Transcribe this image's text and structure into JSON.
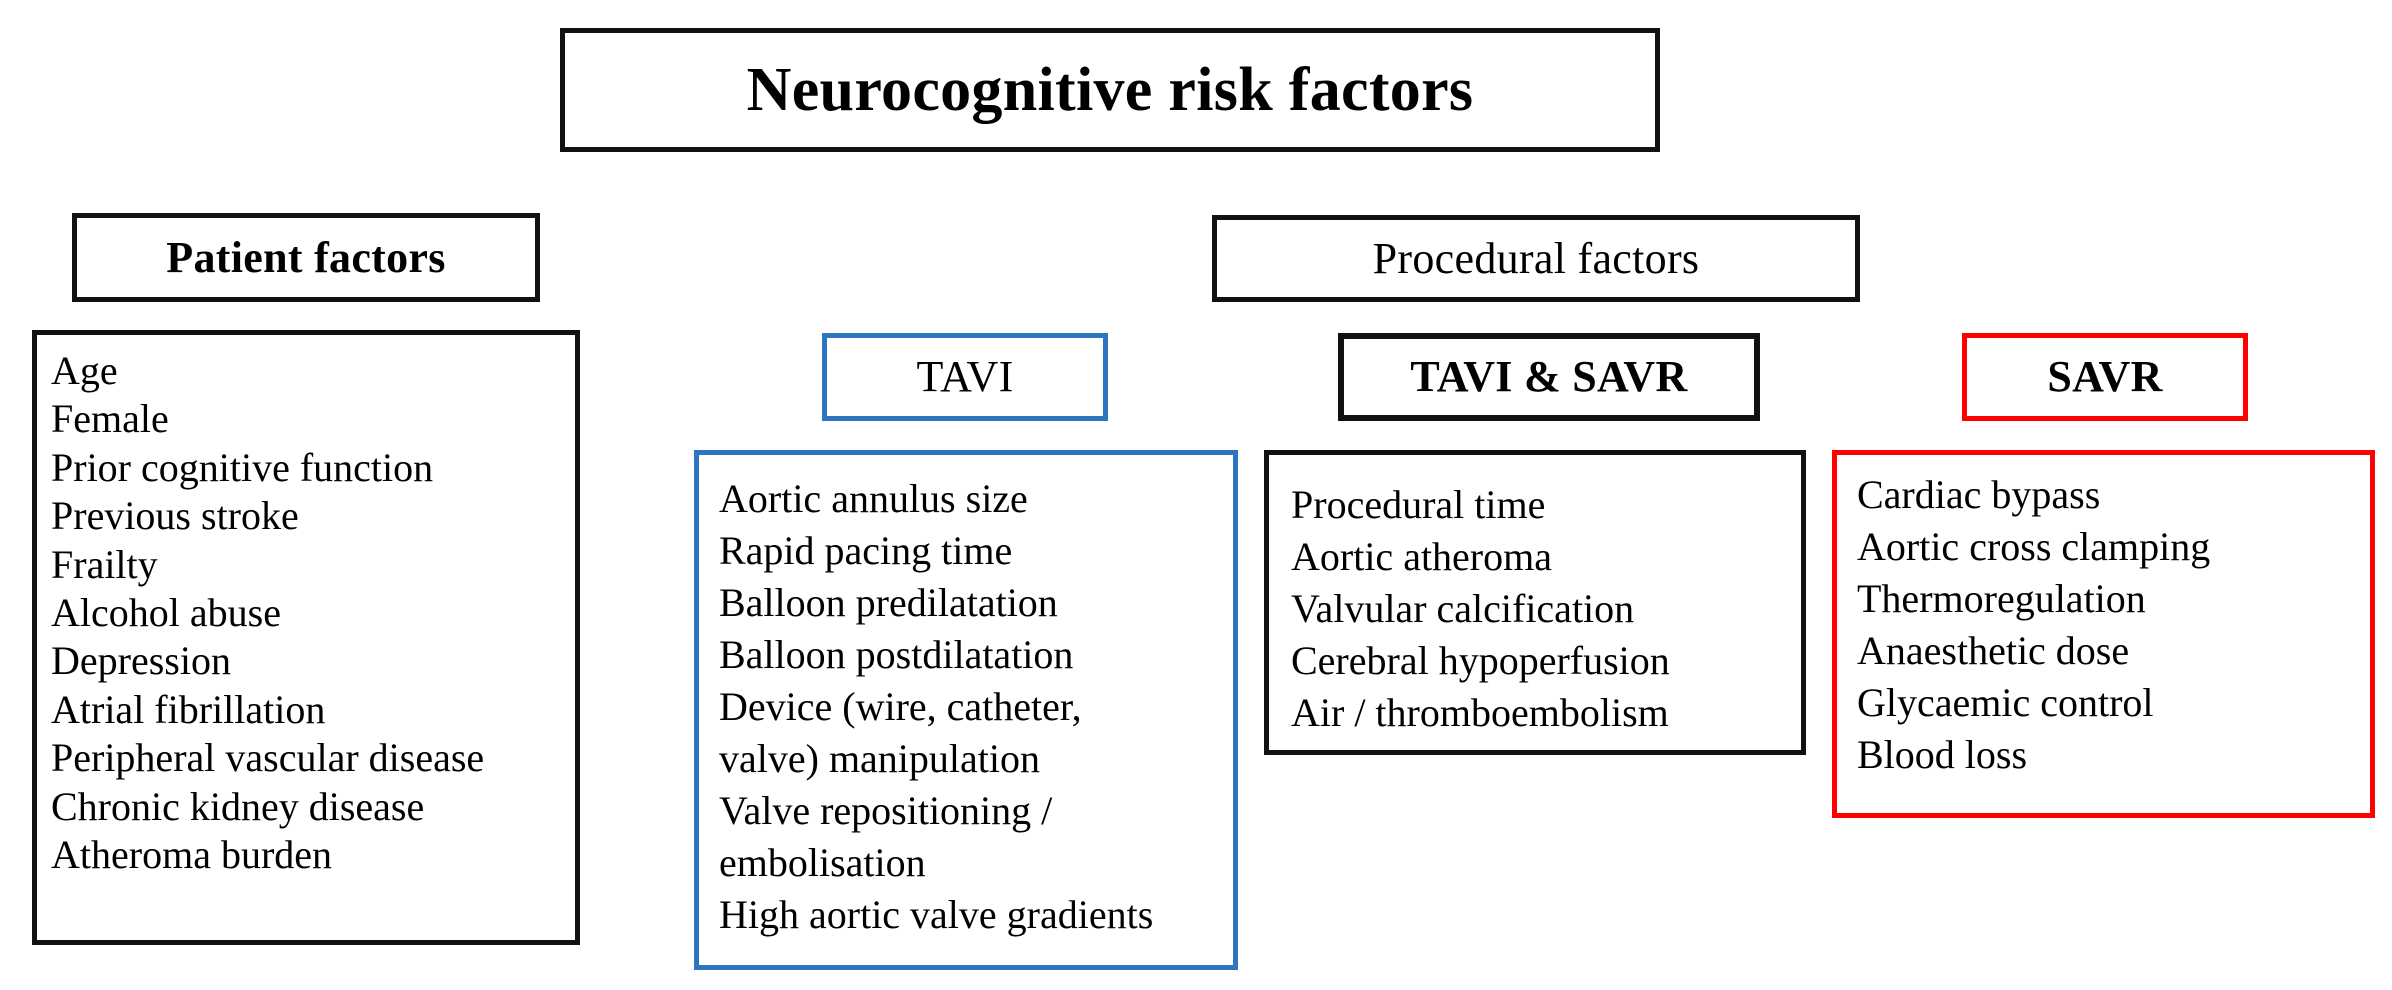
{
  "diagram": {
    "title": "Neurocognitive risk factors",
    "colors": {
      "default_border": "#111111",
      "tavi_border": "#2E75C0",
      "savr_border": "#FF0000",
      "background": "#FFFFFF",
      "text": "#000000"
    },
    "groups": {
      "patient": {
        "header": "Patient factors",
        "items": [
          "Age",
          "Female",
          "Prior cognitive function",
          "Previous stroke",
          "Frailty",
          "Alcohol abuse",
          "Depression",
          "Atrial fibrillation",
          "Peripheral vascular disease",
          "Chronic kidney disease",
          "Atheroma burden"
        ]
      },
      "procedural": {
        "header": "Procedural factors",
        "columns": {
          "tavi": {
            "header": "TAVI",
            "items": [
              "Aortic annulus size",
              "Rapid pacing time",
              "Balloon predilatation",
              "Balloon postdilatation",
              "Device (wire, catheter,",
              "valve) manipulation",
              "Valve repositioning /",
              "embolisation",
              "High aortic valve gradients"
            ]
          },
          "tavi_savr": {
            "header": "TAVI & SAVR",
            "items": [
              "Procedural time",
              "Aortic atheroma",
              "Valvular calcification",
              "Cerebral hypoperfusion",
              "Air / thromboembolism"
            ]
          },
          "savr": {
            "header": "SAVR",
            "items": [
              "Cardiac bypass",
              "Aortic cross clamping",
              "Thermoregulation",
              "Anaesthetic dose",
              "Glycaemic control",
              "Blood loss"
            ]
          }
        }
      }
    }
  }
}
